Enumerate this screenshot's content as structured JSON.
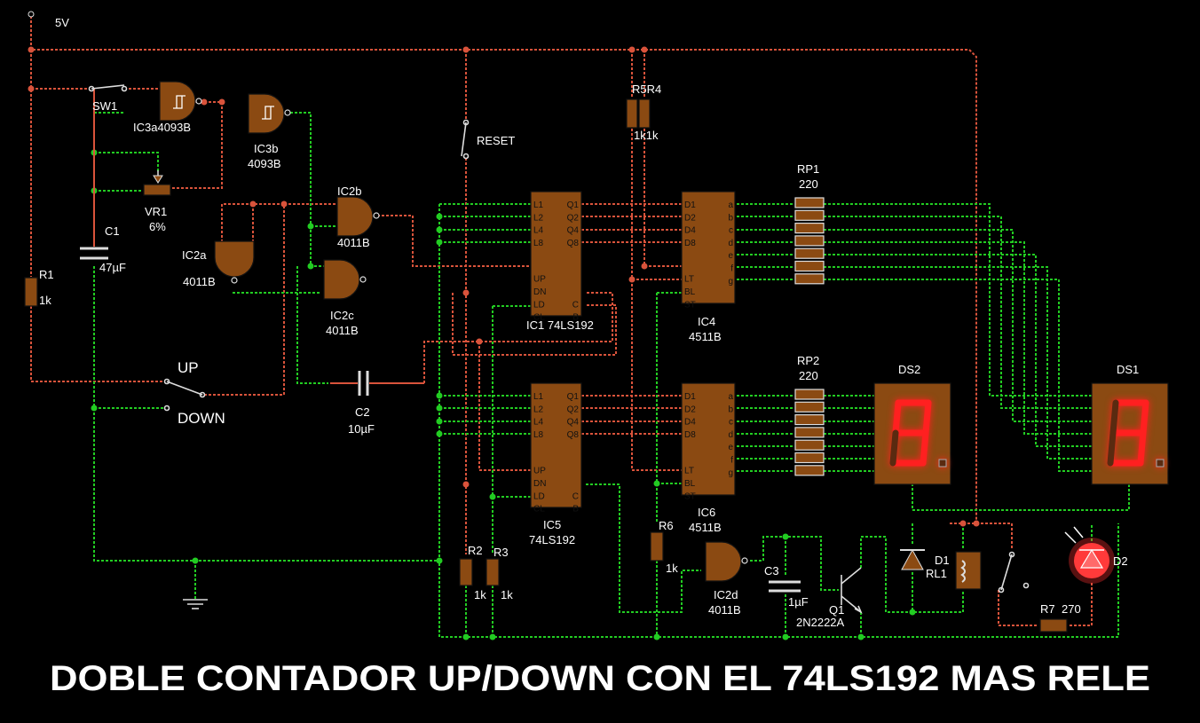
{
  "title": "DOBLE CONTADOR UP/DOWN CON EL 74LS192 MAS RELE",
  "supply": "5V",
  "colors": {
    "background": "#000000",
    "wire_high": "#d9533b",
    "wire_low": "#22cc22",
    "component_fill": "#8b4a12",
    "display_segment_on": "#ff2020",
    "led_glow": "#ff3030"
  },
  "labels": {
    "sw1": "SW1",
    "ic3a": "IC3a4093B",
    "ic3b_name": "IC3b",
    "ic3b_part": "4093B",
    "vr1_name": "VR1",
    "vr1_value": "6%",
    "c1_name": "C1",
    "c1_value": "47µF",
    "r1_name": "R1",
    "r1_value": "1k",
    "reset": "RESET",
    "r5r4": "R5R4",
    "r5r4_value": "1k1k",
    "ic2b_name": "IC2b",
    "ic2b_part": "4011B",
    "ic2a_name": "IC2a",
    "ic2a_part": "4011B",
    "ic2c_name": "IC2c",
    "ic2c_part": "4011B",
    "up": "UP",
    "down": "DOWN",
    "c2_name": "C2",
    "c2_value": "10µF",
    "ic1": "IC1 74LS192",
    "ic4_name": "IC4",
    "ic4_part": "4511B",
    "rp1_name": "RP1",
    "rp1_value": "220",
    "rp2_name": "RP2",
    "rp2_value": "220",
    "ds2": "DS2",
    "ds1": "DS1",
    "ic5_name": "IC5",
    "ic5_part": "74LS192",
    "ic6_name": "IC6",
    "ic6_part": "4511B",
    "r6_name": "R6",
    "r6_value": "1k",
    "r2_name": "R2",
    "r2_value": "1k",
    "r3_name": "R3",
    "r3_value": "1k",
    "ic2d_name": "IC2d",
    "ic2d_part": "4011B",
    "c3_name": "C3",
    "c3_value": "1µF",
    "q1_name": "Q1",
    "q1_part": "2N2222A",
    "d1": "D1",
    "rl1": "RL1",
    "r7": "R7",
    "r7_value": "270",
    "d2": "D2"
  },
  "counter_pins": {
    "left": [
      "L1",
      "L2",
      "L4",
      "L8",
      "UP",
      "DN",
      "LD",
      "CL"
    ],
    "right": [
      "Q1",
      "Q2",
      "Q4",
      "Q8",
      "C",
      "B"
    ]
  },
  "decoder_pins": {
    "left": [
      "D1",
      "D2",
      "D4",
      "D8",
      "LT",
      "BL",
      "ST"
    ],
    "right": [
      "a",
      "b",
      "c",
      "d",
      "e",
      "f",
      "g"
    ]
  },
  "displays": {
    "ds2_digit": "9",
    "ds1_digit": "3"
  }
}
